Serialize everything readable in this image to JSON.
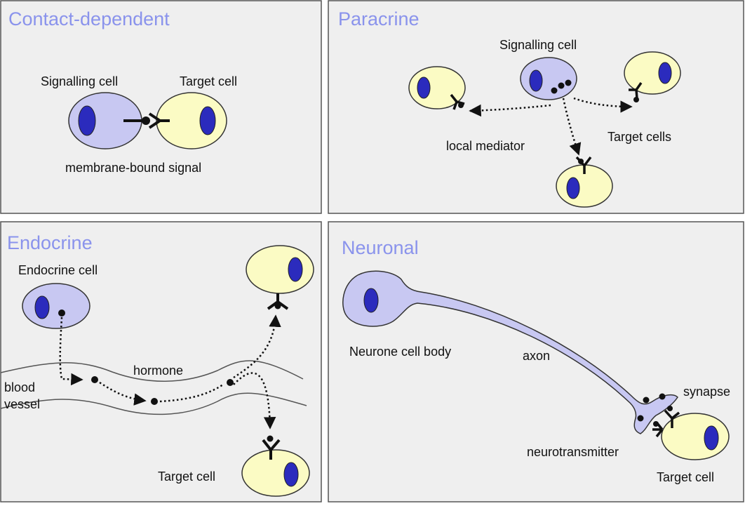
{
  "colors": {
    "title": "#8a93ec",
    "panel_bg": "#efefef",
    "panel_border": "#555555",
    "signalling_cell": "#c8c8f2",
    "target_cell": "#fbfbc4",
    "nucleus": "#2b2bbd",
    "outline": "#333333",
    "ink": "#111111"
  },
  "panels": {
    "contact": {
      "title": "Contact-dependent",
      "signalling_cell": "Signalling cell",
      "target_cell": "Target cell",
      "signal": "membrane-bound signal"
    },
    "paracrine": {
      "title": "Paracrine",
      "signalling_cell": "Signalling cell",
      "mediator": "local mediator",
      "target_cells": "Target cells"
    },
    "endocrine": {
      "title": "Endocrine",
      "endocrine_cell": "Endocrine cell",
      "hormone": "hormone",
      "blood": "blood",
      "vessel": "vessel",
      "target_cell": "Target cell"
    },
    "neuronal": {
      "title": "Neuronal",
      "cell_body": "Neurone cell body",
      "axon": "axon",
      "synapse": "synapse",
      "neurotransmitter": "neurotransmitter",
      "target_cell": "Target cell"
    }
  }
}
